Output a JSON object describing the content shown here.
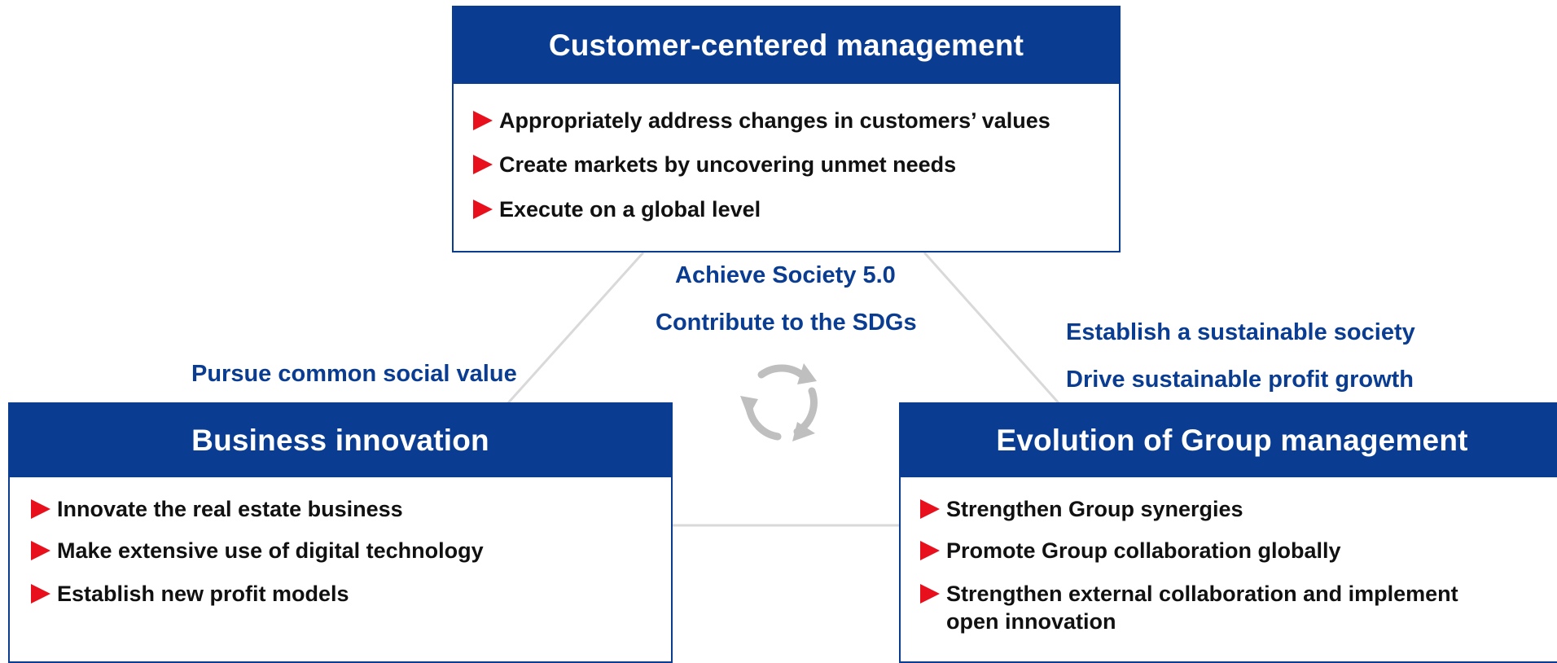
{
  "center": {
    "line1": "Achieve Society 5.0",
    "line2": "Contribute to the SDGs",
    "cycle_icon": "refresh-cycle-icon"
  },
  "left_caption": "Pursue common social value",
  "right_caption": {
    "line1": "Establish a sustainable society",
    "line2": "Drive sustainable profit growth"
  },
  "boxes": {
    "top": {
      "title": "Customer-centered management",
      "items": [
        "Appropriately address changes in customers’ values",
        "Create markets by uncovering unmet needs",
        "Execute on a global level"
      ]
    },
    "left": {
      "title": "Business innovation",
      "items": [
        "Innovate the real estate business",
        "Make extensive use of digital technology",
        "Establish new profit models"
      ]
    },
    "right": {
      "title": "Evolution of Group management",
      "items": [
        "Strengthen Group synergies",
        "Promote Group collaboration globally",
        "Strengthen external collaboration and implement open innovation"
      ]
    }
  },
  "colors": {
    "header_blue": "#0a3d91",
    "bullet_red": "#e8101c",
    "connector_gray": "#d9d9d9",
    "cycle_gray": "#bfbfbf"
  }
}
